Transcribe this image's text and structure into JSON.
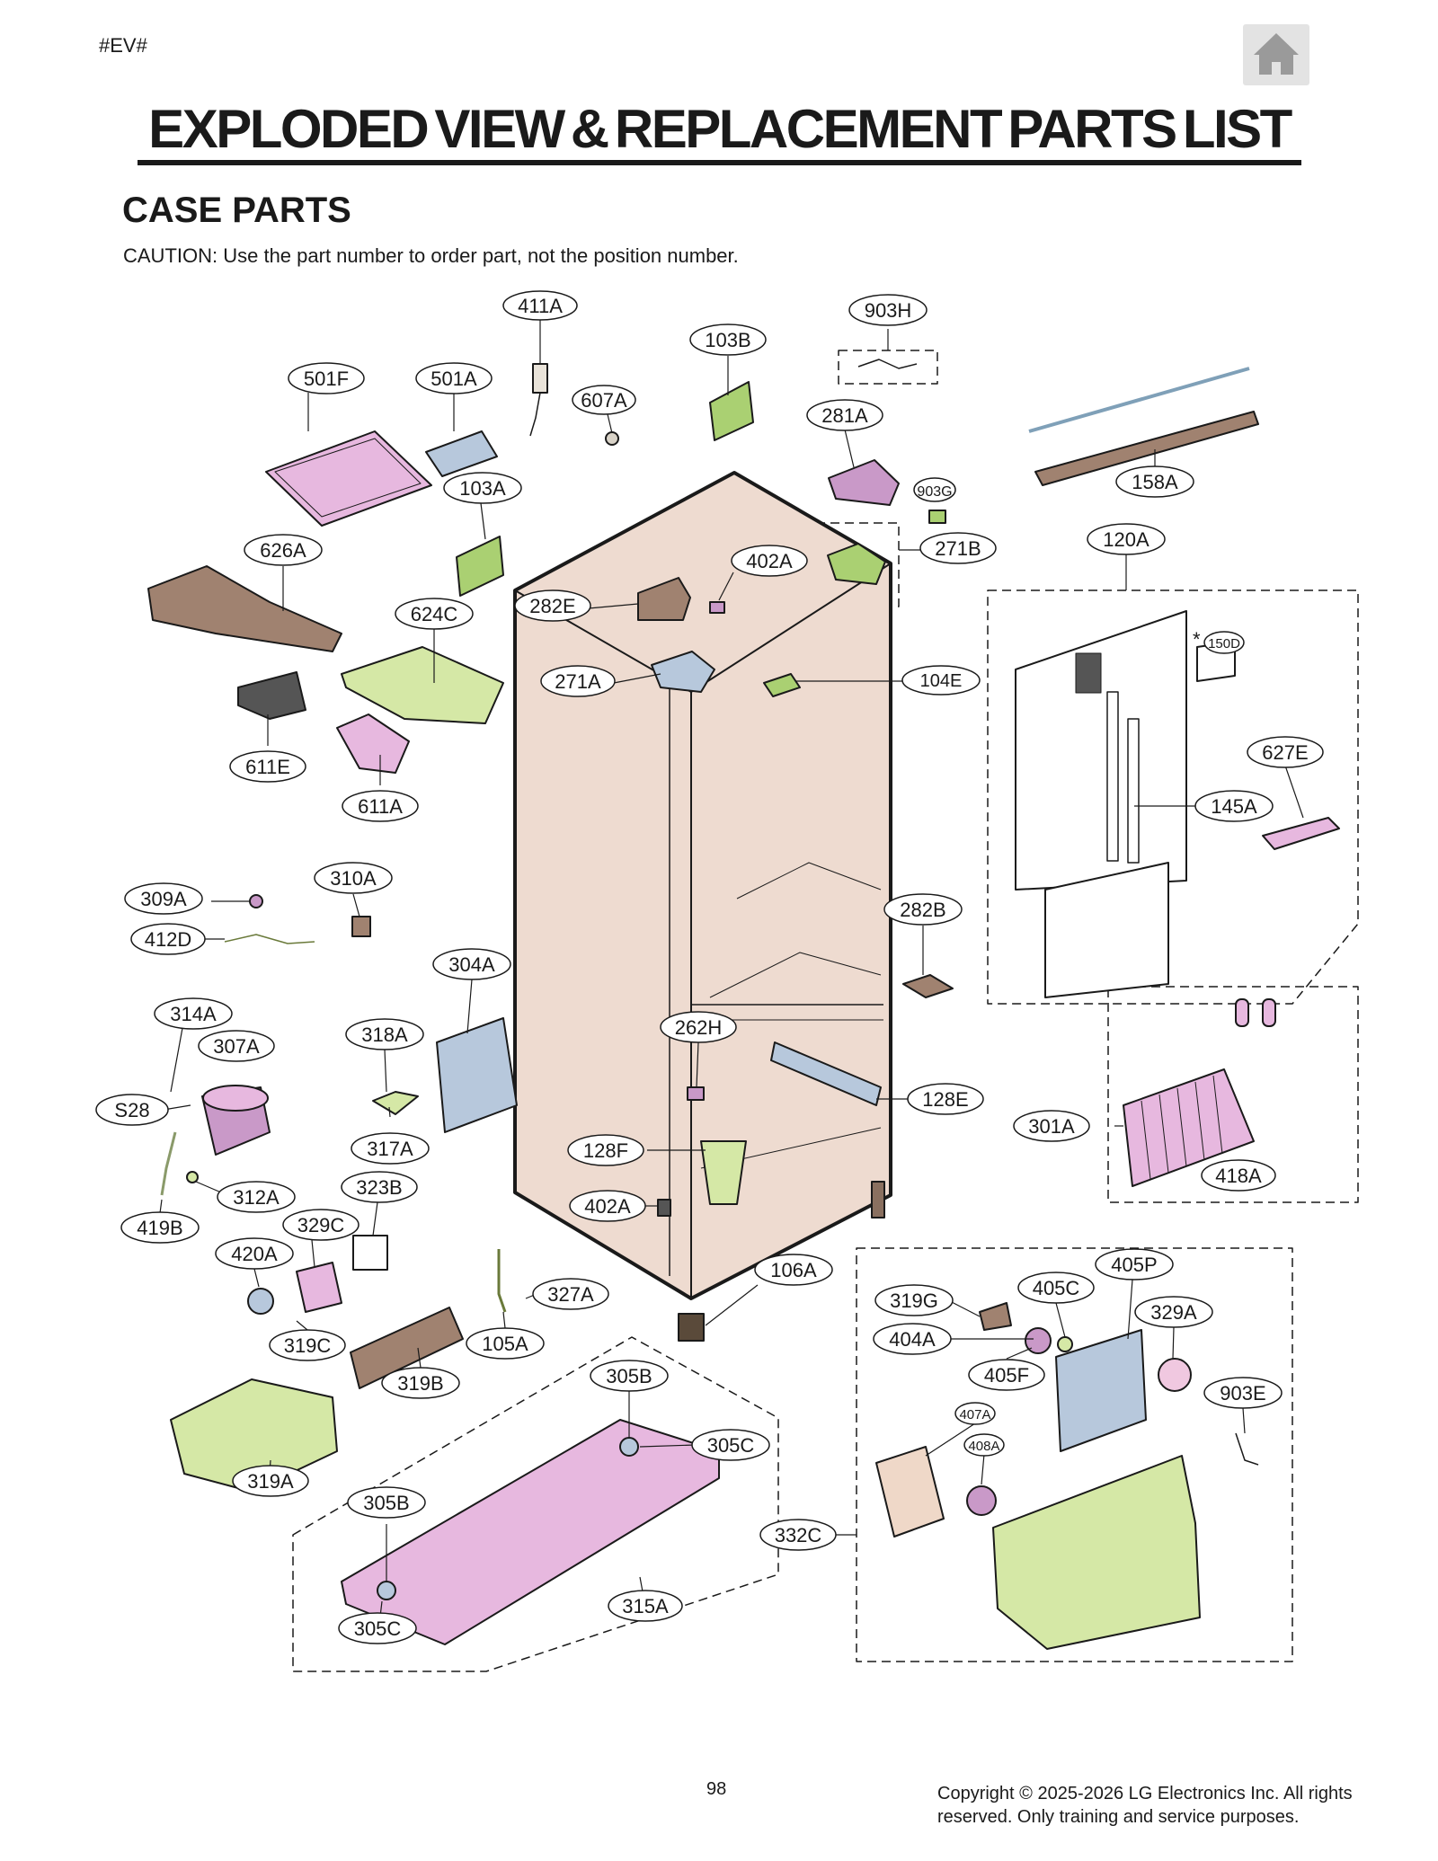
{
  "header": {
    "page_code": "#EV#",
    "home_icon": "home-icon"
  },
  "title": "EXPLODED VIEW & REPLACEMENT PARTS LIST",
  "section": {
    "title": "CASE PARTS",
    "caution": "CAUTION: Use the part number to order part, not the position number."
  },
  "colors": {
    "cabinet": "#eedbd0",
    "pink_parts": "#e7b8df",
    "green_parts": "#d5e8a6",
    "blue_parts": "#b7c8dc",
    "brown_parts": "#a08270",
    "outline": "#1a1a1a"
  },
  "diagram": {
    "labels": [
      "411A",
      "903H",
      "103B",
      "501F",
      "501A",
      "607A",
      "281A",
      "158A",
      "903G",
      "103A",
      "626A",
      "402A",
      "271B",
      "120A",
      "282E",
      "624C",
      "271A",
      "104E",
      "150D",
      "627E",
      "611E",
      "611A",
      "145A",
      "309A",
      "310A",
      "412D",
      "282B",
      "304A",
      "314A",
      "318A",
      "262H",
      "307A",
      "128E",
      "S28",
      "317A",
      "301A",
      "128F",
      "418A",
      "312A",
      "323B",
      "419B",
      "402A",
      "329C",
      "420A",
      "106A",
      "405P",
      "327A",
      "319G",
      "405C",
      "319C",
      "105A",
      "404A",
      "329A",
      "405F",
      "319B",
      "305B",
      "903E",
      "407A",
      "305C",
      "408A",
      "319A",
      "305B",
      "332C",
      "315A",
      "305C"
    ],
    "note_mark": "*"
  },
  "footer": {
    "page_number": "98",
    "copyright": "Copyright © 2025-2026 LG Electronics Inc. All rights reserved. Only training and service purposes."
  }
}
